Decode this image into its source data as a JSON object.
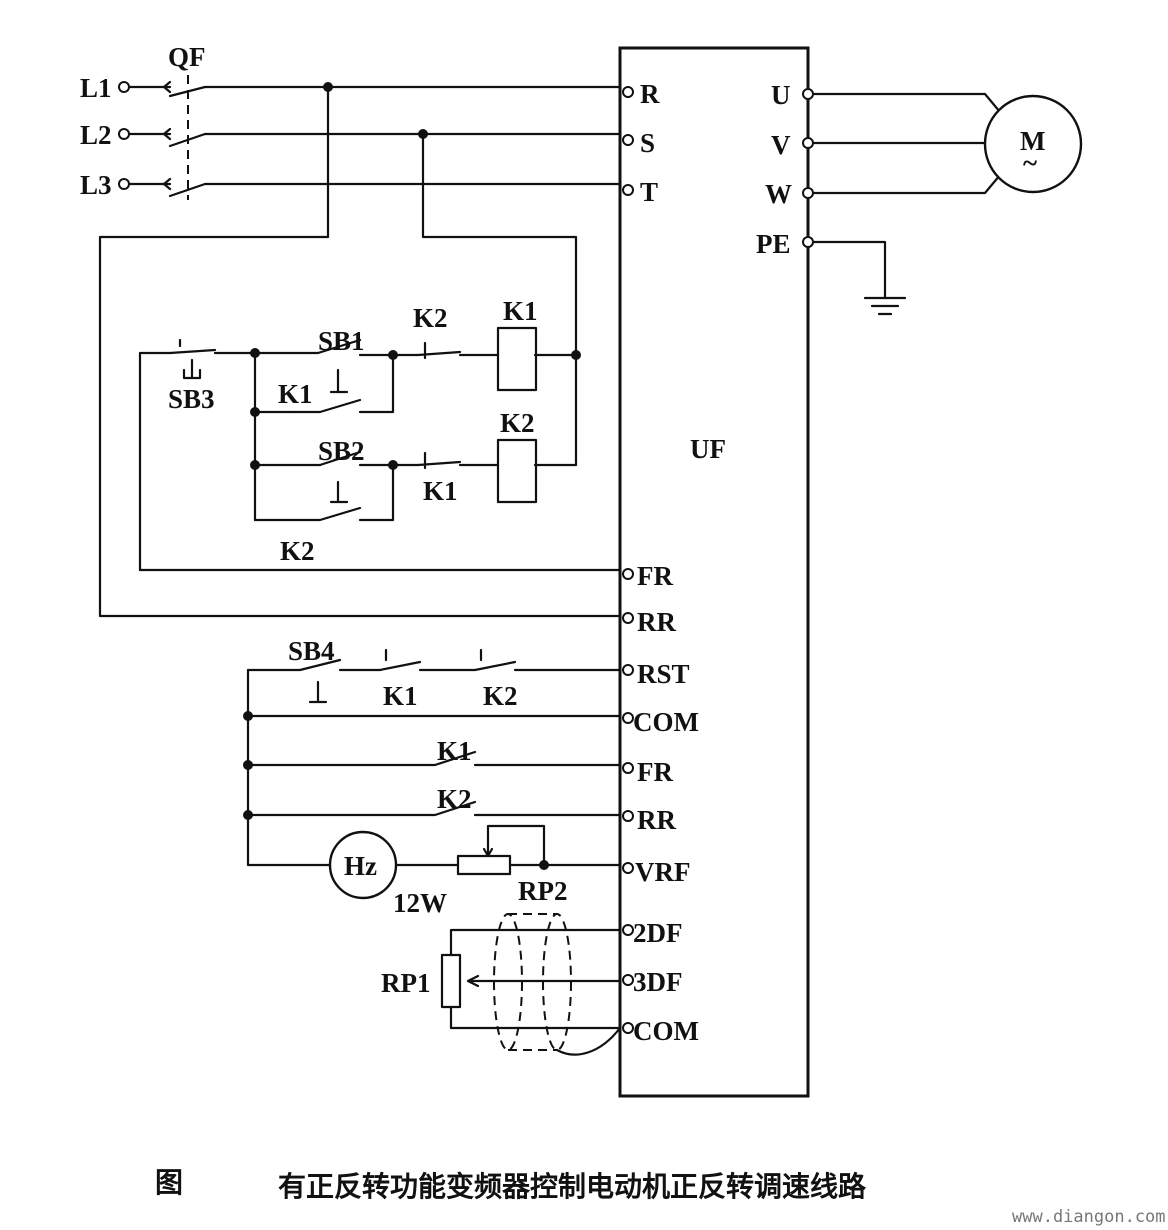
{
  "inputs": {
    "l1": "L1",
    "l2": "L2",
    "l3": "L3",
    "breaker": "QF"
  },
  "inverter": {
    "name": "UF",
    "terminals_left": {
      "r": "R",
      "s": "S",
      "t": "T",
      "fr1": "FR",
      "rr1": "RR",
      "rst": "RST",
      "com1": "COM",
      "fr2": "FR",
      "rr2": "RR",
      "vrf": "VRF",
      "df2": "2DF",
      "df3": "3DF",
      "com2": "COM"
    },
    "terminals_right": {
      "u": "U",
      "v": "V",
      "w": "W",
      "pe": "PE"
    }
  },
  "motor": {
    "label": "M",
    "tilde": "~"
  },
  "components": {
    "sb1": "SB1",
    "sb2": "SB2",
    "sb3": "SB3",
    "sb4": "SB4",
    "k1_coil": "K1",
    "k2_coil": "K2",
    "k2_nc_top": "K2",
    "k1_hold": "K1",
    "k1_nc": "K1",
    "k2_hold": "K2",
    "sb4_k1": "K1",
    "sb4_k2": "K2",
    "k1_fr": "K1",
    "k2_rr": "K2",
    "meter": "Hz",
    "meter_rating": "12W",
    "rp2": "RP2",
    "rp1": "RP1"
  },
  "caption": {
    "fig": "图",
    "title": "有正反转功能变频器控制电动机正反转调速线路"
  },
  "watermark": "www.diangon.com"
}
